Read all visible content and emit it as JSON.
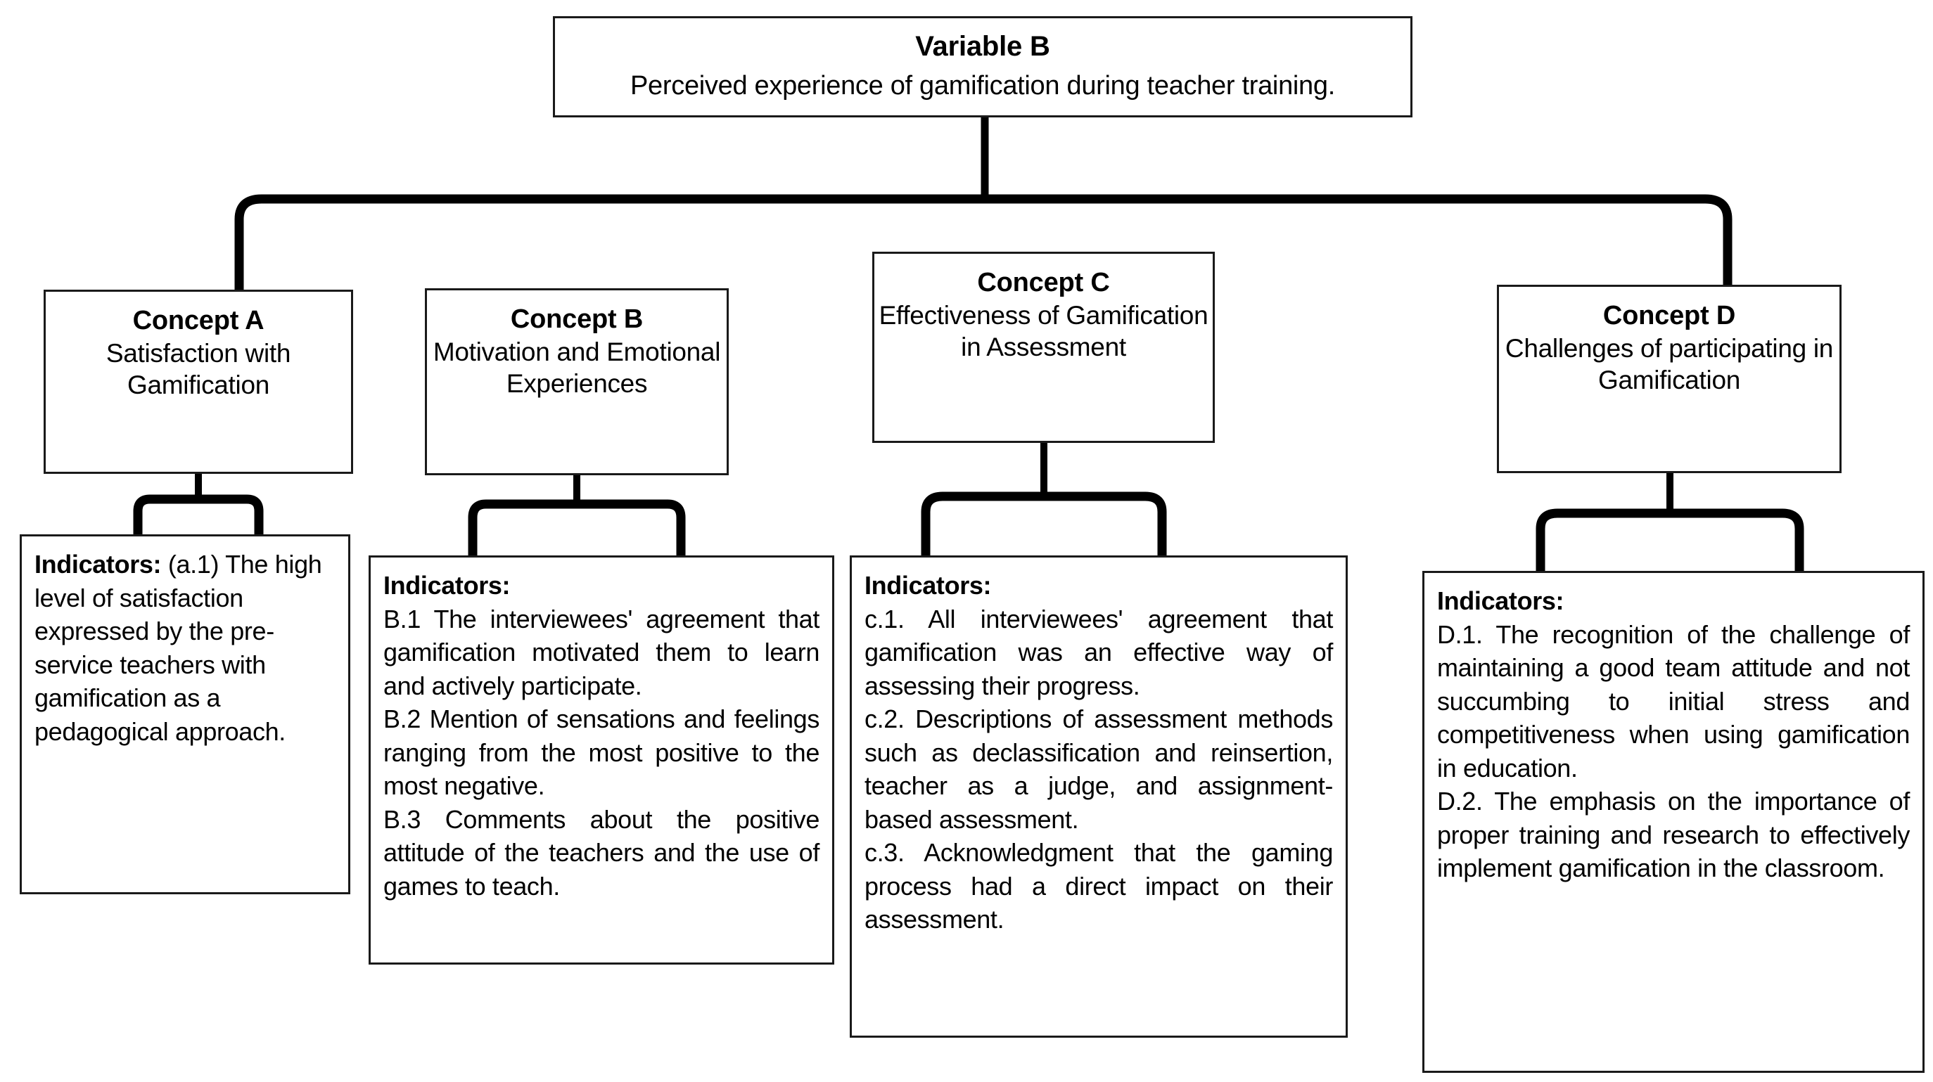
{
  "diagram": {
    "type": "hierarchy-tree",
    "title": "Variable B concept map",
    "colors": {
      "stroke": "#1a1a1a",
      "background": "#ffffff",
      "text": "#000000"
    }
  },
  "root": {
    "label": "Variable B",
    "description": "Perceived experience of gamification during teacher training."
  },
  "concepts": [
    {
      "id": "a",
      "label": "Concept A",
      "description": "Satisfaction with Gamification"
    },
    {
      "id": "b",
      "label": "Concept B",
      "description": "Motivation and Emotional Experiences"
    },
    {
      "id": "c",
      "label": "Concept C",
      "description": "Effectiveness of Gamification in Assessment"
    },
    {
      "id": "d",
      "label": "Concept D",
      "description": "Challenges of participating in Gamification"
    }
  ],
  "indicators": [
    {
      "id": "a",
      "heading": "Indicators:",
      "items": [
        "(a.1) The high level of satisfaction expressed by the pre-service teachers with gamification as a pedagogical approach."
      ]
    },
    {
      "id": "b",
      "heading": "Indicators:",
      "items": [
        "B.1 The interviewees' agreement that gamification motivated them to learn and actively participate.",
        "B.2 Mention of sensations and feelings ranging from the most positive to the most negative.",
        "B.3 Comments about the positive attitude of the teachers and the use of games to teach."
      ]
    },
    {
      "id": "c",
      "heading": "Indicators:",
      "items": [
        "c.1. All interviewees' agreement that gamification was an effective way of assessing their progress.",
        "c.2. Descriptions of assessment methods such as declassification and reinsertion, teacher as a judge, and assignment-based assessment.",
        "c.3. Acknowledgment that the gaming process had a direct impact on their assessment."
      ]
    },
    {
      "id": "d",
      "heading": "Indicators:",
      "items": [
        "D.1. The recognition of the challenge of maintaining a good team attitude and not succumbing to initial stress and competitiveness when using gamification in education.",
        "D.2. The emphasis on the importance of proper training and research to effectively implement gamification in the classroom."
      ]
    }
  ]
}
